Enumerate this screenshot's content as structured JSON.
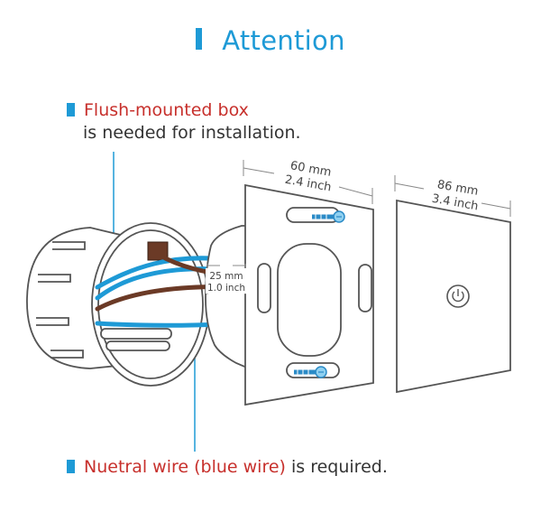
{
  "title": "Attention",
  "notes": {
    "box_highlight": "Flush-mounted box",
    "box_rest": "is needed for installation.",
    "wire_highlight": "Nuetral wire (blue wire)",
    "wire_rest": " is required."
  },
  "dimensions": {
    "plate_mm": "60 mm",
    "plate_inch": "2.4 inch",
    "panel_mm": "86 mm",
    "panel_inch": "3.4 inch",
    "depth_mm": "25 mm",
    "depth_inch": "1.0 inch"
  },
  "icons": [
    "power-icon",
    "screw-icon",
    "bullet-square-icon"
  ],
  "colors": {
    "accent": "#1e9ad6",
    "highlight": "#c7302c",
    "blue_wire": "#1e9ad6",
    "brown_wire": "#6b3a26",
    "outline": "#555555"
  }
}
